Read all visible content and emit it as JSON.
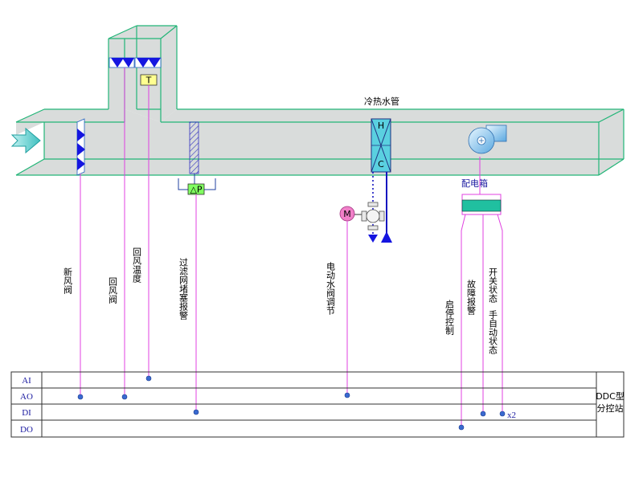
{
  "labels": {
    "water_pipe": "冷热水管",
    "power_box": "配电箱",
    "coil_top": "H",
    "coil_bottom": "C",
    "temp_sensor": "T",
    "dp_sensor": "△P",
    "motor": "M",
    "x2": "x2"
  },
  "signals": {
    "fresh_damper": "新风阀",
    "return_damper": "回风阀",
    "return_temp": "回风温度",
    "filter_alarm": "过滤网堵塞报警",
    "valve_adjust": "电动水阀调节",
    "start_stop": "启停控制",
    "fault_alarm": "故障报警",
    "switch_status": "开关状态",
    "auto_status": "手自动状态"
  },
  "io_rows": [
    "AI",
    "AO",
    "DI",
    "DO"
  ],
  "station": [
    "DDC型",
    "分控站"
  ],
  "colors": {
    "duct_fill": "#d9dcdb",
    "duct_stroke": "#21b577",
    "signal_line": "#e040e0",
    "damper_blue": "#1515e0",
    "coil_cyan": "#5ad0e0",
    "panel_green": "#20c0a0"
  }
}
